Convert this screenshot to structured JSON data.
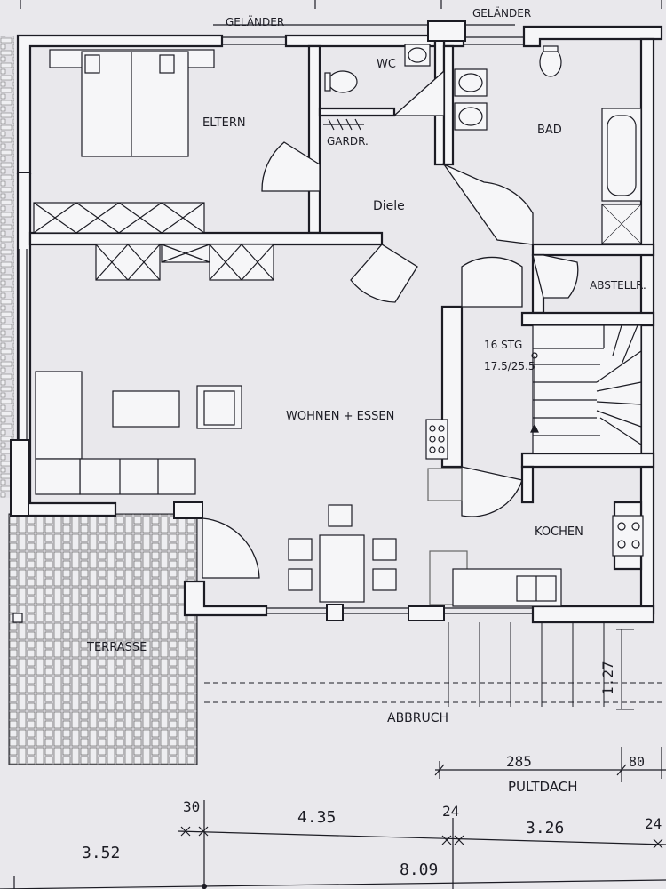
{
  "rooms": {
    "railing_left": "GELÄNDER",
    "railing_right": "GELÄNDER",
    "parents": "ELTERN",
    "wc": "WC",
    "wardrobe": "GARDR.",
    "bath": "BAD",
    "hall": "Diele",
    "storage": "ABSTELLR.",
    "stairs_steps": "16 STG",
    "stairs_ratio": "17.5/25.5",
    "living_dining": "WOHNEN + ESSEN",
    "kitchen": "KOCHEN",
    "terrace": "TERRASSE",
    "demolition": "ABBRUCH",
    "lean_to_roof": "PULTDACH"
  },
  "dimensions": {
    "d_127": "1.27",
    "d_285": "285",
    "d_80": "80",
    "d_30": "30",
    "d_435": "4.35",
    "d_24a": "24",
    "d_326": "3.26",
    "d_24b": "24",
    "d_352": "3.52",
    "d_809": "8.09"
  },
  "colors": {
    "ink": "#1c1c24",
    "paper": "#e9e8ec",
    "wall_fill": "#f6f6f8"
  }
}
